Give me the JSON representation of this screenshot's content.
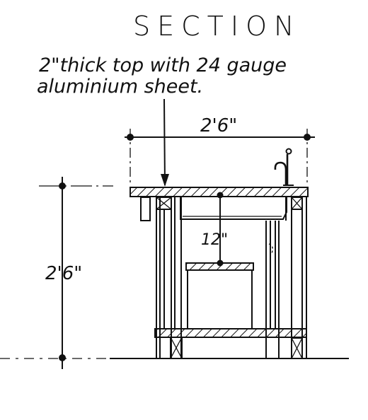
{
  "title": "SECTION",
  "note": {
    "line1": "2\"thick top with 24 gauge",
    "line2": "aluminium sheet."
  },
  "dimensions": {
    "width": "2'6\"",
    "height": "2'6\"",
    "inner": "12\""
  }
}
